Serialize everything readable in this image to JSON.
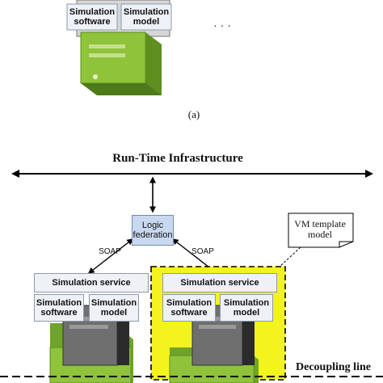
{
  "top_panel": {
    "sim_software": "Simulation\nsoftware",
    "sim_model": "Simulation\nmodel",
    "ellipsis": "· · ·",
    "caption": "(a)"
  },
  "bottom_panel": {
    "rti_label": "Run-Time Infrastructure",
    "logic_federation": "Logic\nfederation",
    "soap_left": "SOAP",
    "soap_right": "SOAP",
    "vm_template_model": "VM template\nmodel",
    "left_node": {
      "service": "Simulation service",
      "software": "Simulation\nsoftware",
      "model": "Simulation\nmodel"
    },
    "right_node": {
      "service": "Simulation service",
      "software": "Simulation\nsoftware",
      "model": "Simulation\nmodel"
    },
    "decoupling_line": "Decoupling line"
  },
  "colors": {
    "server_green": "#8fc33a",
    "server_green_dark": "#5e8f1f",
    "server_gray": "#6f6f6f",
    "yellow_highlight": "#f3f31e",
    "logic_box": "#c9d8ef"
  }
}
